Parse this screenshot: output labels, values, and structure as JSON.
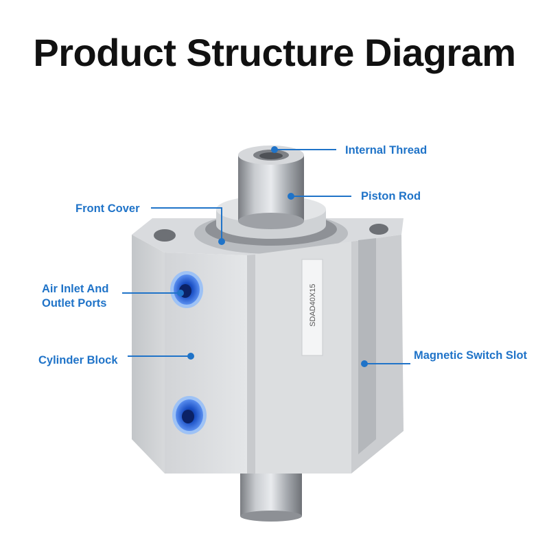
{
  "title": "Product Structure Diagram",
  "product_label": "SDAD40X15",
  "accent_color": "#1f73c8",
  "port_color": "#1d5bd6",
  "callouts": {
    "internal_thread": "Internal Thread",
    "piston_rod": "Piston Rod",
    "front_cover": "Front Cover",
    "air_ports_line1": "Air Inlet And",
    "air_ports_line2": "Outlet Ports",
    "cylinder_block": "Cylinder Block",
    "magnetic_switch_slot": "Magnetic Switch Slot"
  }
}
